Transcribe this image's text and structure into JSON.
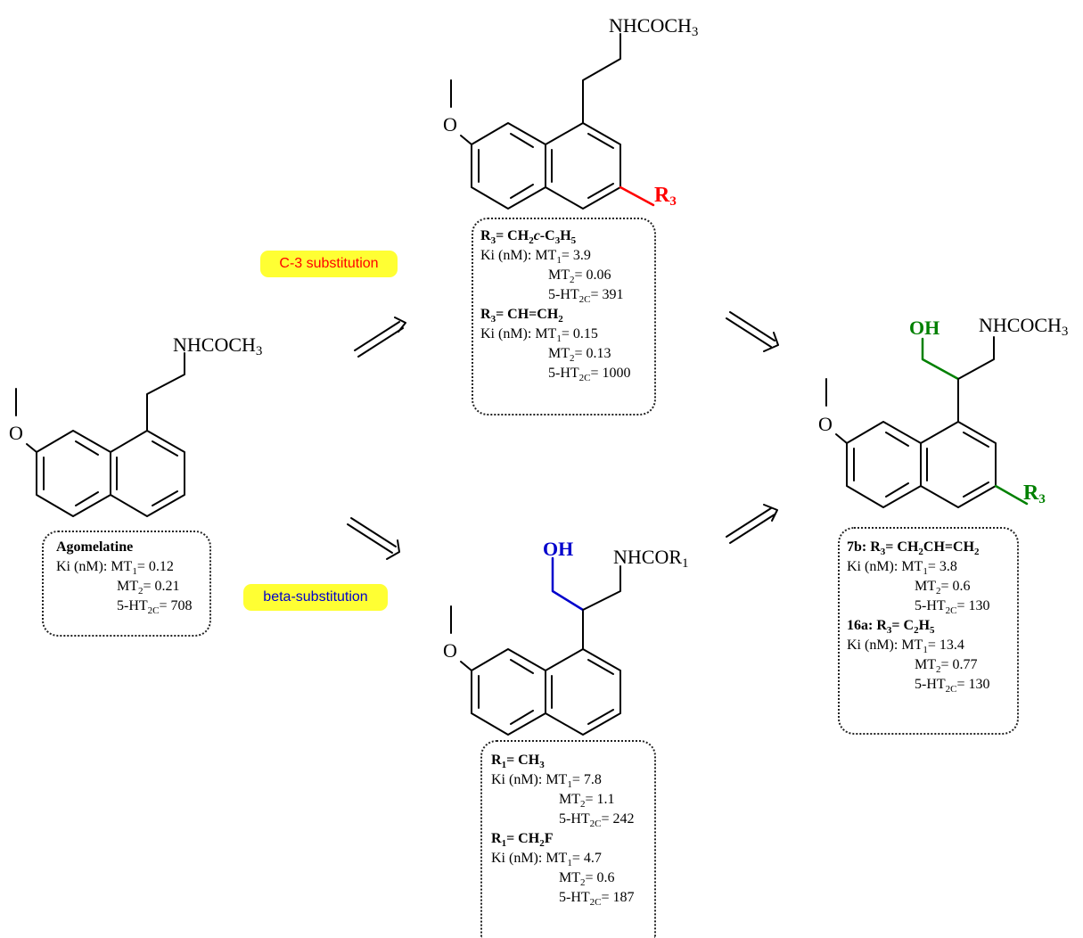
{
  "groups": {
    "nhcoch3": "NHCOCH",
    "nhcoch3_sub": "3",
    "nhcor1": "NHCOR",
    "nhcor1_sub": "1",
    "oh": "OH",
    "o": "O",
    "r": "R",
    "r_sub": "3"
  },
  "labels": {
    "c3": "C-3 substitution",
    "beta": "beta-substitution"
  },
  "colors": {
    "red": "#ff0000",
    "blue": "#0000cc",
    "green": "#008000",
    "highlight": "#ffff33"
  },
  "boxes": {
    "agomelatine": {
      "title": "Agomelatine",
      "ki": "Ki (nM): MT",
      "mt1": "= 0.12",
      "mt2": "= 0.21",
      "ht": "= 708"
    },
    "c3": {
      "a_title_pre": "R",
      "a_title_mid": "= CH",
      "a_title_c": "c",
      "a_title_post": "-C",
      "a_title_h": "H",
      "a_mt1": "= 3.9",
      "a_mt2": "= 0.06",
      "a_ht": "= 391",
      "b_title_pre": "R",
      "b_title_mid": "= CH=CH",
      "b_mt1": "= 0.15",
      "b_mt2": "= 0.13",
      "b_ht": "= 1000"
    },
    "beta": {
      "a_title_pre": "R",
      "a_title_post": "= CH",
      "a_mt1": "= 7.8",
      "a_mt2": "= 1.1",
      "a_ht": "= 242",
      "b_title_pre": "R",
      "b_title_post": "= CH",
      "b_title_f": "F",
      "b_mt1": "= 4.7",
      "b_mt2": "= 0.6",
      "b_ht": "= 187"
    },
    "combined": {
      "a_title": "7b: R",
      "a_title_post": "= CH",
      "a_title_mid": "CH=CH",
      "a_mt1": "= 3.8",
      "a_mt2": "= 0.6",
      "a_ht": "= 130",
      "b_title": "16a: R",
      "b_title_post": "= C",
      "b_title_h": "H",
      "b_mt1": "= 13.4",
      "b_mt2": "= 0.77",
      "b_ht": "= 130"
    }
  },
  "common": {
    "ki_prefix": "Ki (nM): MT",
    "mt": "MT",
    "ht": "5-HT",
    "one": "1",
    "two": "2",
    "three": "3",
    "five": "5",
    "twoC": "2C"
  }
}
